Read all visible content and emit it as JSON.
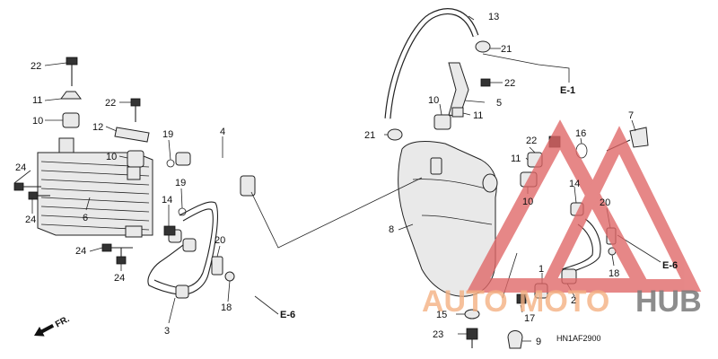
{
  "diagram_code": "HN1AF2900",
  "direction_label": "FR.",
  "watermark": {
    "auto": "AUTO",
    "moto": "MOTO",
    "hub": "HUB",
    "colors": {
      "auto": "#f4b183",
      "moto": "#f4b183",
      "hub": "#7a7a7a",
      "triangle": "#e06666"
    }
  },
  "references": {
    "e1": "E-1",
    "e6": "E-6"
  },
  "callouts": [
    "1",
    "2",
    "3",
    "4",
    "5",
    "6",
    "7",
    "8",
    "9",
    "10",
    "11",
    "12",
    "13",
    "14",
    "15",
    "16",
    "17",
    "18",
    "19",
    "20",
    "21",
    "22",
    "23",
    "24"
  ]
}
